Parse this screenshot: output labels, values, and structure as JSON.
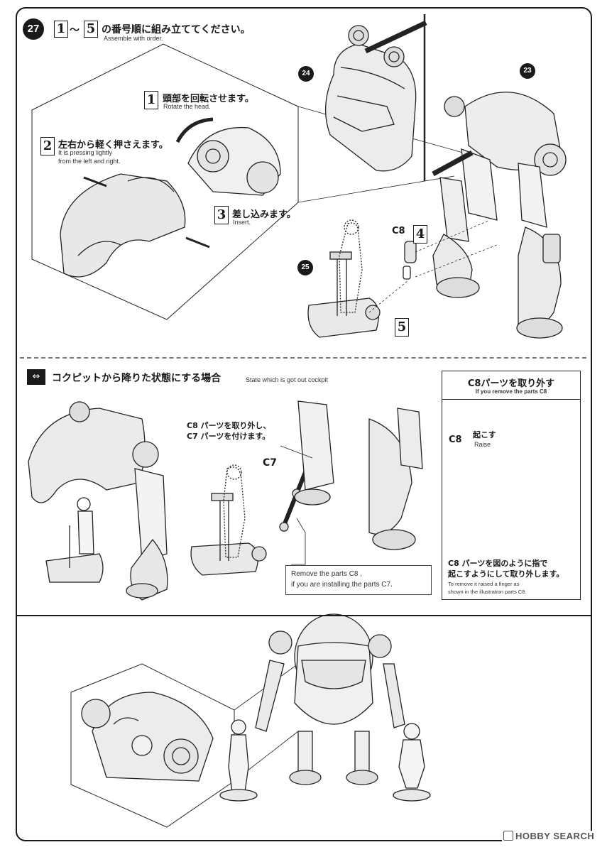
{
  "step": {
    "number": "27",
    "range_start": "1",
    "range_sep": "～",
    "range_end": "5",
    "title_jp": "の番号順に組み立ててください。",
    "title_en": "Assemble with order."
  },
  "substeps": {
    "s1": {
      "num": "1",
      "jp": "頭部を回転させます。",
      "en": "Rotate the head."
    },
    "s2": {
      "num": "2",
      "jp": "左右から軽く押さえます。",
      "en_line1": "It is pressing lightly",
      "en_line2": "from the left and right."
    },
    "s3": {
      "num": "3",
      "jp": "差し込みます。",
      "en": "Insert."
    },
    "s4": {
      "num": "4"
    },
    "s5": {
      "num": "5"
    }
  },
  "parts": {
    "p24": "24",
    "p23": "23",
    "p25": "25",
    "c8": "C8",
    "c7": "C7"
  },
  "cockpit": {
    "title_jp": "コクピットから降りた状態にする場合",
    "title_en": "State which is got out cockpit",
    "note_line1": "C8 パーツを取り外し、",
    "note_line2": "C7 パーツを付けます。",
    "remove_line1": "Remove the parts C8 ,",
    "remove_line2": "if you are installing the parts C7."
  },
  "side_panel": {
    "title_jp": "C8パーツを取り外す",
    "title_en": "If you remove the parts C8",
    "c8": "C8",
    "raise_jp": "起こす",
    "raise_en": "Raise",
    "desc_line1": "C8 パーツを図のように指で",
    "desc_line2": "起こすようにして取り外します。",
    "desc_en1": "To remove it raised a finger as",
    "desc_en2": "shown in the illustration parts C8."
  },
  "watermark": {
    "brand": "HOBBY SEARCH"
  }
}
